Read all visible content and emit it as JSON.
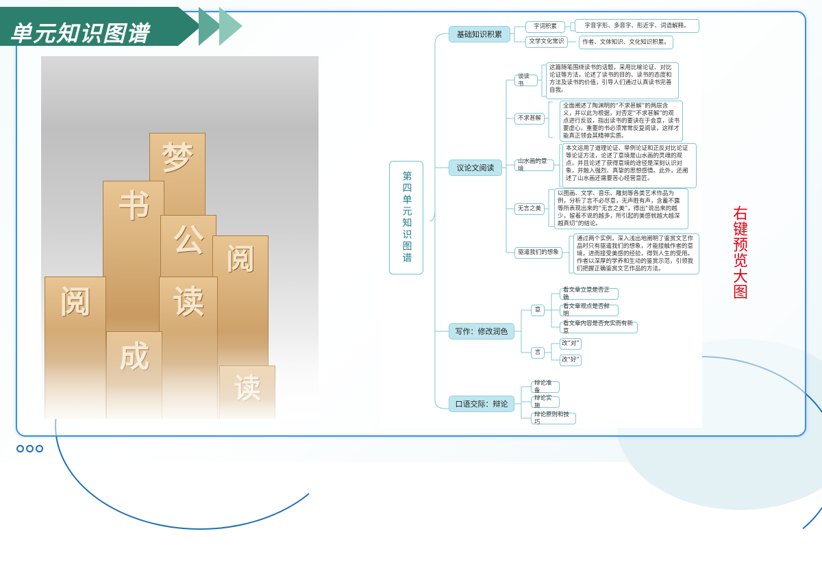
{
  "slide_title": "单元知识图谱",
  "side_label": "右键预览大图",
  "photo_chars": [
    "梦",
    "书",
    "公",
    "阅",
    "阅",
    "读",
    "成",
    "读"
  ],
  "mindmap": {
    "root": "第四单元知识图谱",
    "branches": [
      {
        "label": "基础知识积累",
        "children": [
          {
            "label": "字词积累",
            "detail": "字音字形、多音字、形近字、词语解释。"
          },
          {
            "label": "文学文化常识",
            "detail": "作者、文体知识、文化知识积累。"
          }
        ]
      },
      {
        "label": "议论文阅读",
        "children": [
          {
            "label": "谈读书",
            "detail": "这篇随笔围绕读书的话题，采用比喻论证、对比论证等方法，论述了读书的目的、读书的态度和方法及读书的价值，引导人们通过认真读书完善自我。"
          },
          {
            "label": "不求甚解",
            "detail": "全面阐述了陶渊明的“不求甚解”的两层含义，并以此为根据，对否定“不求甚解”的观点进行反驳，指出读书的要诀在于会意，读书要虚心，重要的书必须常常反复阅读，这样才能真正领会其精神实质。"
          },
          {
            "label": "山水画的意境",
            "detail": "本文运用了道理论证、举例论证和正反对比论证等论证方法，论述了意境是山水画的灵魂的观点，并且论述了获得意境的途径是深刻认识对象，并融入强烈、真挚的思想感情。此外，还阐述了山水画还需要苦心经营意匠。"
          },
          {
            "label": "无言之美",
            "detail": "以图画、文学、音乐、雕刻等各类艺术作品为例，分析了言不必尽意，无声胜有声，含蓄不露等所表现出来的“无言之美”，得出“说出来的越少，留着不说的越多，所引起的美感就越大越深越真切”的结论。"
          },
          {
            "label": "驱遣我们的想象",
            "detail": "通过两个实例，深入浅出地阐明了鉴赏文艺作品时只有驱遣我们的想象，才能接触作者的意境，进而接受美感的经验，得到人生的受用。作者以深厚的学养和生动的鉴赏示范，引领我们把握正确鉴赏文艺作品的方法。"
          }
        ]
      },
      {
        "label": "写作：修改润色",
        "children": [
          {
            "label": "意",
            "items": [
              "看文章立意是否正确",
              "看文章观点是否鲜明",
              "看文章内容是否充实而有新意"
            ]
          },
          {
            "label": "言",
            "items": [
              "改“对”",
              "改“好”"
            ]
          }
        ]
      },
      {
        "label": "口语交际：辩论",
        "children": [
          {
            "label": "辩论准备"
          },
          {
            "label": "辩论实施"
          },
          {
            "label": "辩论原则和技巧"
          }
        ]
      }
    ]
  },
  "colors": {
    "title_bg": "#2d7f6d",
    "frame": "#3a8ee6",
    "node_main": "#bfe6ef",
    "node_border": "#7fc6d8",
    "side_label": "#e60012"
  },
  "icons": [
    "chevron-right-icon",
    "circle-dots-icon"
  ]
}
